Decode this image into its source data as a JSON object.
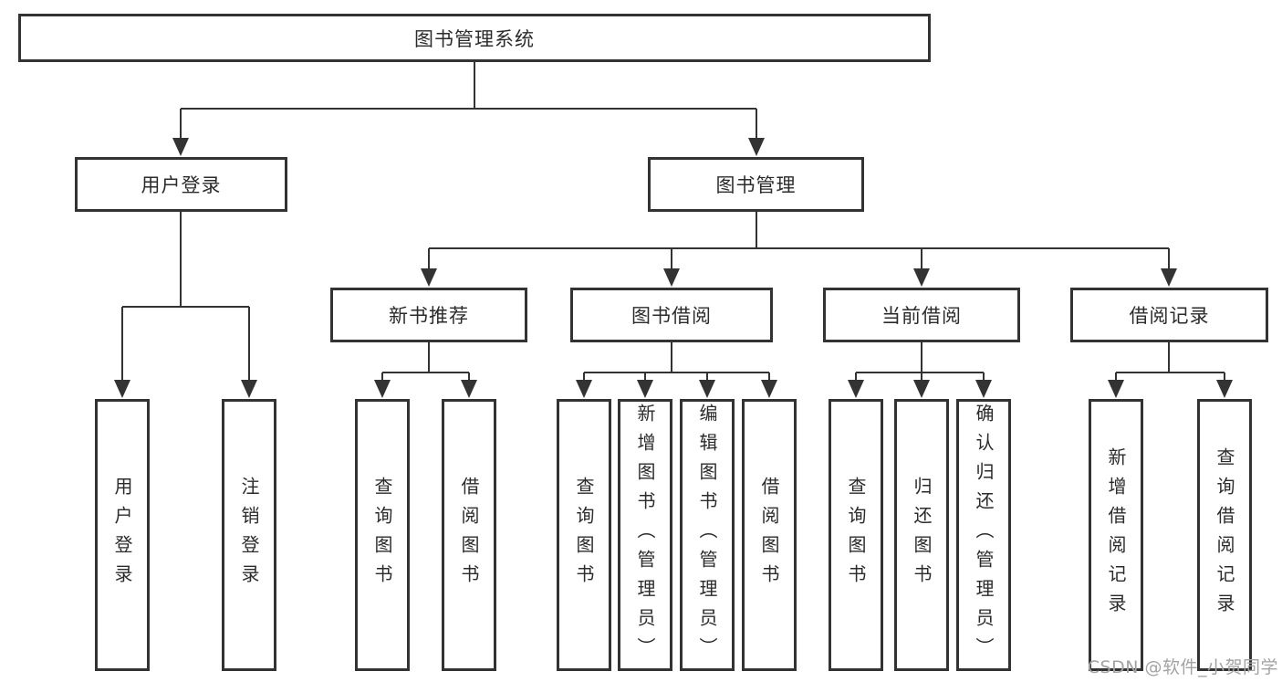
{
  "diagram": {
    "title_node": {
      "label": "图书管理系统"
    },
    "level2": {
      "user_login": {
        "label": "用户登录"
      },
      "book_mgmt": {
        "label": "图书管理"
      }
    },
    "level3": {
      "new_books": {
        "label": "新书推荐"
      },
      "book_borrow": {
        "label": "图书借阅"
      },
      "current_borrow": {
        "label": "当前借阅"
      },
      "borrow_records": {
        "label": "借阅记录"
      }
    },
    "leaves": {
      "user_login": {
        "label": "用户登录"
      },
      "logout": {
        "label": "注销登录"
      },
      "nb_query_books": {
        "label": "查询图书"
      },
      "nb_borrow_books": {
        "label": "借阅图书"
      },
      "bw_query_books": {
        "label": "查询图书"
      },
      "bw_add_books": {
        "label": "新增图书（管理员）"
      },
      "bw_edit_books": {
        "label": "编辑图书（管理员）"
      },
      "bw_borrow_books": {
        "label": "借阅图书"
      },
      "cur_query_books": {
        "label": "查询图书"
      },
      "cur_return_books": {
        "label": "归还图书"
      },
      "cur_confirm_return": {
        "label": "确认归还（管理员）"
      },
      "rec_add_record": {
        "label": "新增借阅记录"
      },
      "rec_query_record": {
        "label": "查询借阅记录"
      }
    }
  },
  "watermark": "CSDN @软件_小贺同学",
  "colors": {
    "line": "#333333",
    "border": "#333333",
    "text": "#2b2b2b",
    "background": "#ffffff",
    "watermark": "#a3a3a3"
  }
}
